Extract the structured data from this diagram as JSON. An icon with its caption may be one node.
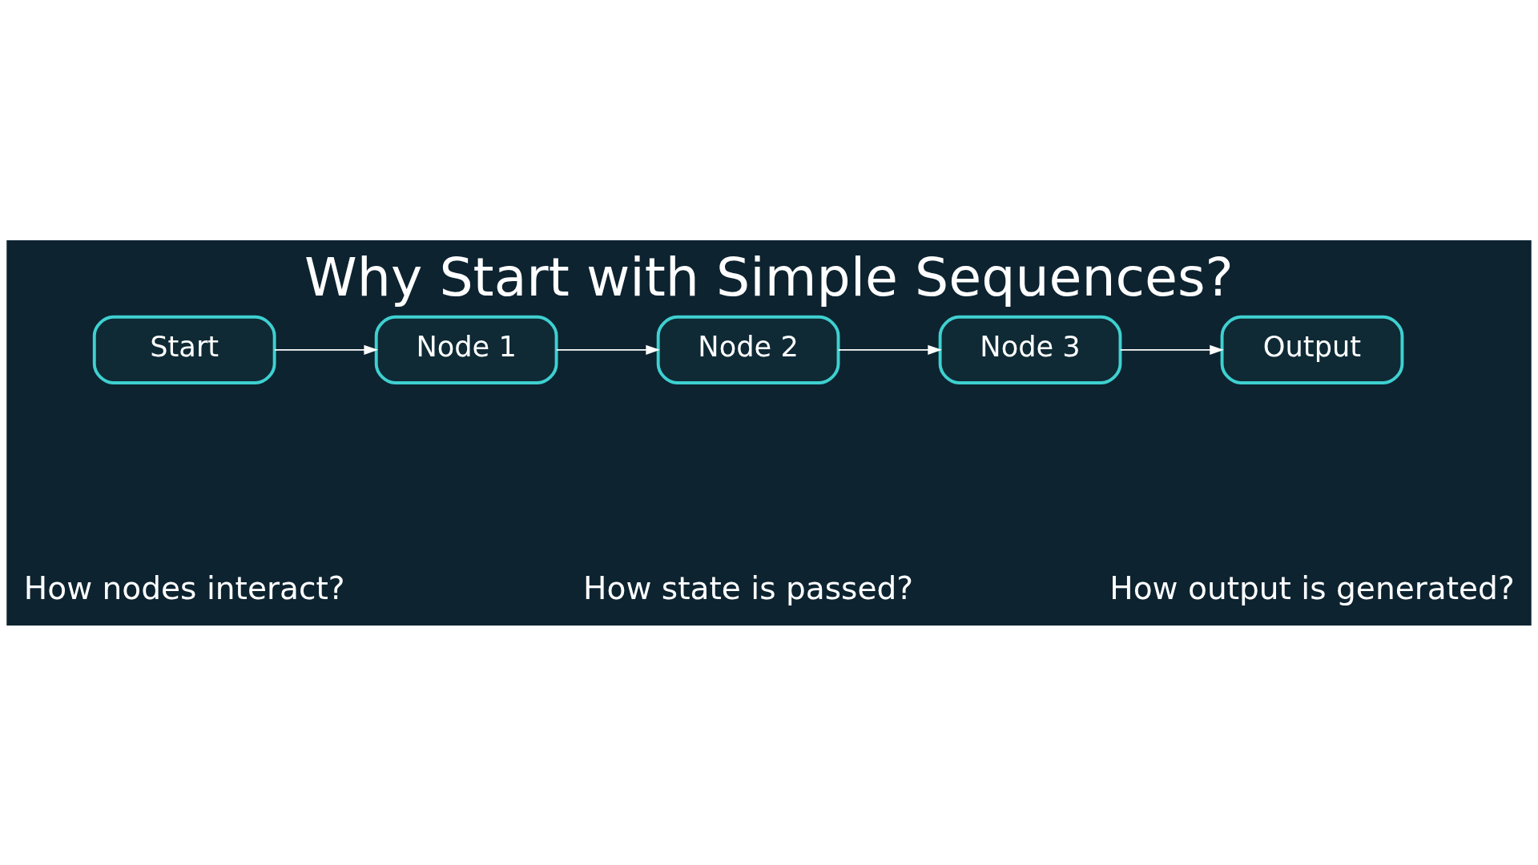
{
  "diagram": {
    "title": "Why Start with Simple Sequences?",
    "nodes": [
      {
        "text": [
          "Start"
        ]
      },
      {
        "text": [
          "Node 1"
        ]
      },
      {
        "text": [
          "Node 2"
        ]
      },
      {
        "text": [
          "Node 3"
        ]
      },
      {
        "text": [
          "Output"
        ]
      }
    ],
    "edges": [
      {
        "from": 0,
        "to": 1,
        "arrow": "to"
      },
      {
        "from": 1,
        "to": 2,
        "arrow": "to"
      },
      {
        "from": 2,
        "to": 3,
        "arrow": "to"
      },
      {
        "from": 3,
        "to": 4,
        "arrow": "to"
      }
    ],
    "labels": [
      "How nodes interact?",
      "How state is passed?",
      "How output is generated?"
    ]
  }
}
